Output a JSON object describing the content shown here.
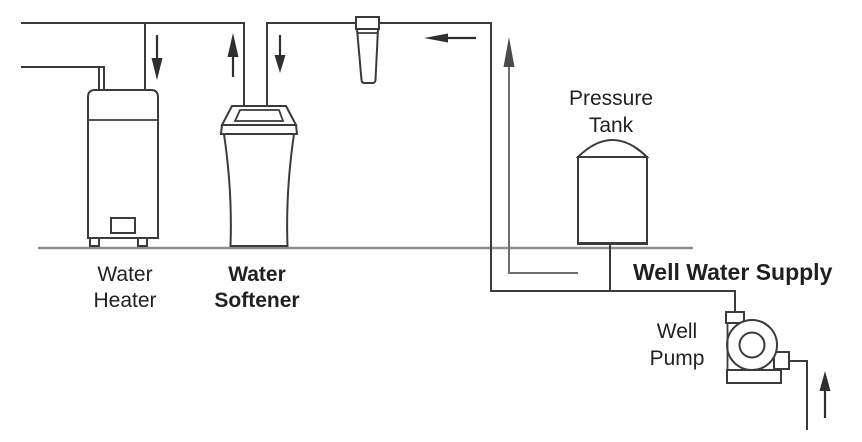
{
  "diagram": {
    "type": "plumbing-schematic",
    "components": [
      "water-heater",
      "water-softener",
      "inline-filter",
      "pressure-tank",
      "well-pump",
      "well-supply-pipe",
      "ground-line"
    ],
    "labels": {
      "water_heater": {
        "line1": "Water",
        "line2": "Heater"
      },
      "water_softener": {
        "line1": "Water",
        "line2": "Softener"
      },
      "pressure_tank": {
        "line1": "Pressure",
        "line2": "Tank"
      },
      "well_water_supply": {
        "text": "Well Water Supply"
      },
      "well_pump": {
        "line1": "Well",
        "line2": "Pump"
      }
    },
    "colors": {
      "line": "#3b3b3d",
      "ground": "#8e8e90",
      "arrow": "#2f2f31",
      "flow_arrow": "#6f6f71",
      "text": "#231f20",
      "background": "#ffffff"
    }
  }
}
